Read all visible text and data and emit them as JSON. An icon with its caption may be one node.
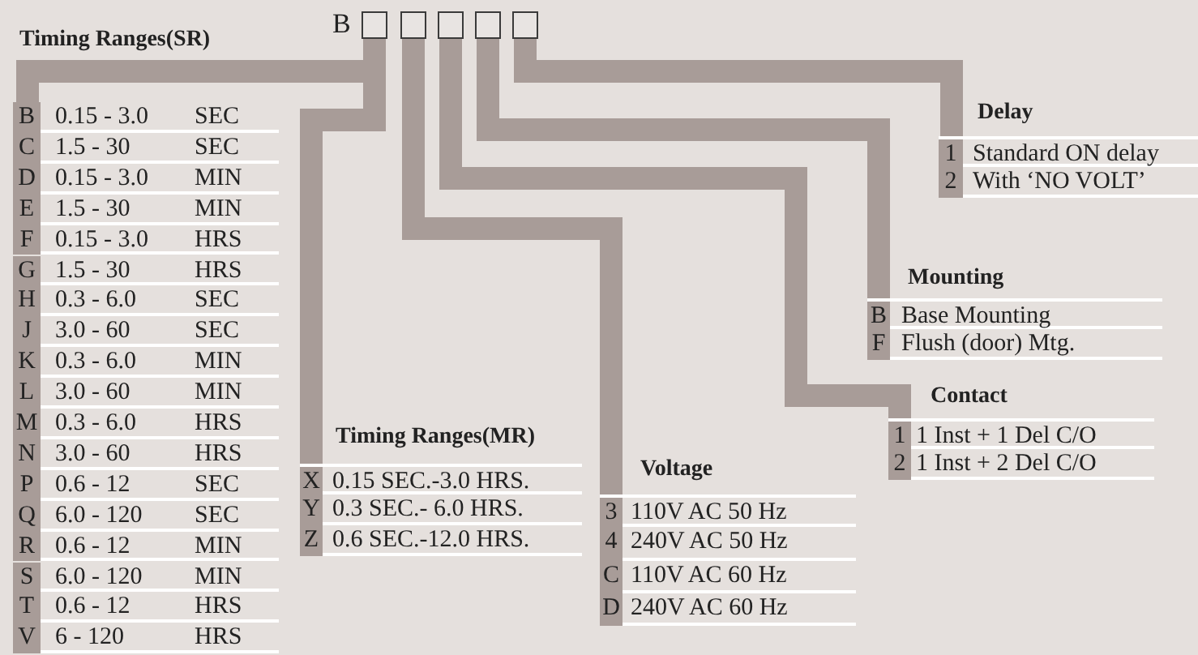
{
  "diagram": {
    "nodes": [
      {
        "text": [],
        "shape": "box"
      },
      {
        "text": [],
        "shape": "box"
      },
      {
        "text": [],
        "shape": "box"
      },
      {
        "text": [],
        "shape": "box"
      },
      {
        "text": [],
        "shape": "box"
      },
      {
        "text": [
          "Timing Ranges(SR)"
        ]
      },
      {
        "text": [
          "B",
          "0.15 - 3.0",
          "SEC"
        ],
        "in": 5
      },
      {
        "text": [
          "C",
          "1.5 - 30",
          "SEC"
        ],
        "in": 5
      },
      {
        "text": [
          "D",
          "0.15 - 3.0",
          "MIN"
        ],
        "in": 5
      },
      {
        "text": [
          "E",
          "1.5 - 30",
          "MIN"
        ],
        "in": 5
      },
      {
        "text": [
          "F",
          "0.15 - 3.0",
          "HRS"
        ],
        "in": 5
      },
      {
        "text": [
          "G",
          "1.5 - 30",
          "HRS"
        ],
        "in": 5
      },
      {
        "text": [
          "H",
          "0.3 - 6.0",
          "SEC"
        ],
        "in": 5
      },
      {
        "text": [
          "J",
          "3.0 - 60",
          "SEC"
        ],
        "in": 5
      },
      {
        "text": [
          "K",
          "0.3 - 6.0",
          "MIN"
        ],
        "in": 5
      },
      {
        "text": [
          "L",
          "3.0 - 60",
          "MIN"
        ],
        "in": 5
      },
      {
        "text": [
          "M",
          "0.3 - 6.0",
          "HRS"
        ],
        "in": 5
      },
      {
        "text": [
          "N",
          "3.0 - 60",
          "HRS"
        ],
        "in": 5
      },
      {
        "text": [
          "P",
          "0.6 - 12",
          "SEC"
        ],
        "in": 5
      },
      {
        "text": [
          "Q",
          "6.0 - 120",
          "SEC"
        ],
        "in": 5
      },
      {
        "text": [
          "R",
          "0.6 - 12",
          "MIN"
        ],
        "in": 5
      },
      {
        "text": [
          "S",
          "6.0 - 120",
          "MIN"
        ],
        "in": 5
      },
      {
        "text": [
          "T",
          "0.6 - 12",
          "HRS"
        ],
        "in": 5
      },
      {
        "text": [
          "V",
          "6 - 120",
          "HRS"
        ],
        "in": 5
      },
      {
        "text": [
          "Timing Ranges(MR)"
        ]
      },
      {
        "text": [
          "X",
          "0.15 SEC.-3.0 HRS."
        ],
        "in": 24
      },
      {
        "text": [
          "Y",
          "0.3 SEC.- 6.0 HRS."
        ],
        "in": 24
      },
      {
        "text": [
          "Z",
          "0.6 SEC.-12.0 HRS."
        ],
        "in": 24
      },
      {
        "text": [
          "Voltage"
        ]
      },
      {
        "text": [
          "3",
          "110V AC 50 Hz"
        ],
        "in": 28
      },
      {
        "text": [
          "4",
          "240V AC 50 Hz"
        ],
        "in": 28
      },
      {
        "text": [
          "C",
          "110V AC 60 Hz"
        ],
        "in": 28
      },
      {
        "text": [
          "D",
          "240V AC 60 Hz"
        ],
        "in": 28
      },
      {
        "text": [
          "Contact"
        ]
      },
      {
        "text": [
          "1",
          "1 Inst + 1 Del C/O"
        ],
        "in": 33
      },
      {
        "text": [
          "2",
          "1 Inst + 2 Del C/O"
        ],
        "in": 33
      },
      {
        "text": [
          "Mounting"
        ]
      },
      {
        "text": [
          "B",
          "Base Mounting"
        ],
        "in": 36
      },
      {
        "text": [
          "F",
          "Flush (door) Mtg."
        ],
        "in": 36
      },
      {
        "text": [
          "Delay"
        ]
      },
      {
        "text": [
          "1",
          "Standard ON delay"
        ],
        "in": 39
      },
      {
        "text": [
          "2",
          "With ‘NO VOLT’"
        ],
        "in": 39
      }
    ],
    "edges": [
      {
        "from": 0,
        "to": 5,
        "arrow": "none"
      },
      {
        "from": 0,
        "to": 24,
        "arrow": "none"
      },
      {
        "from": 1,
        "to": 28,
        "arrow": "none"
      },
      {
        "from": 2,
        "to": 33,
        "arrow": "none"
      },
      {
        "from": 3,
        "to": 36,
        "arrow": "none"
      },
      {
        "from": 4,
        "to": 39,
        "arrow": "none"
      }
    ],
    "labels": [
      "B"
    ]
  }
}
